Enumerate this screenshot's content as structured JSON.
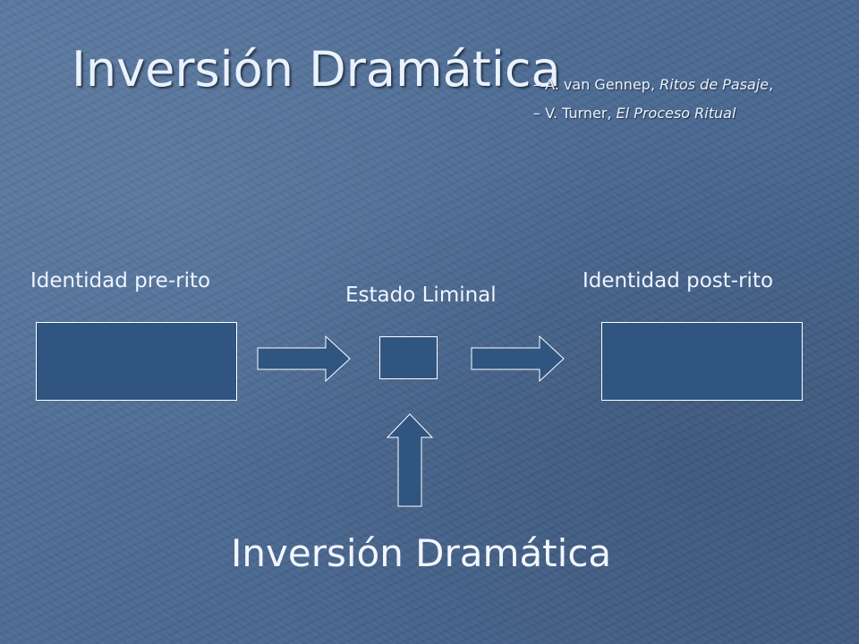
{
  "slide": {
    "title": "Inversión Dramática",
    "refs": [
      {
        "prefix": "– A. van Gennep, ",
        "work": "Ritos de Pasaje",
        "suffix": ","
      },
      {
        "prefix": "– V. Turner, ",
        "work": "El  Proceso Ritual",
        "suffix": ""
      }
    ]
  },
  "diagram": {
    "pre_label": "Identidad pre-rito",
    "liminal_label": "Estado Liminal",
    "post_label": "Identidad post-rito",
    "bottom_label": "Inversión Dramática"
  },
  "colors": {
    "background": "#4b6a93",
    "box_fill": "#2f5580",
    "box_border": "#ffffff"
  }
}
